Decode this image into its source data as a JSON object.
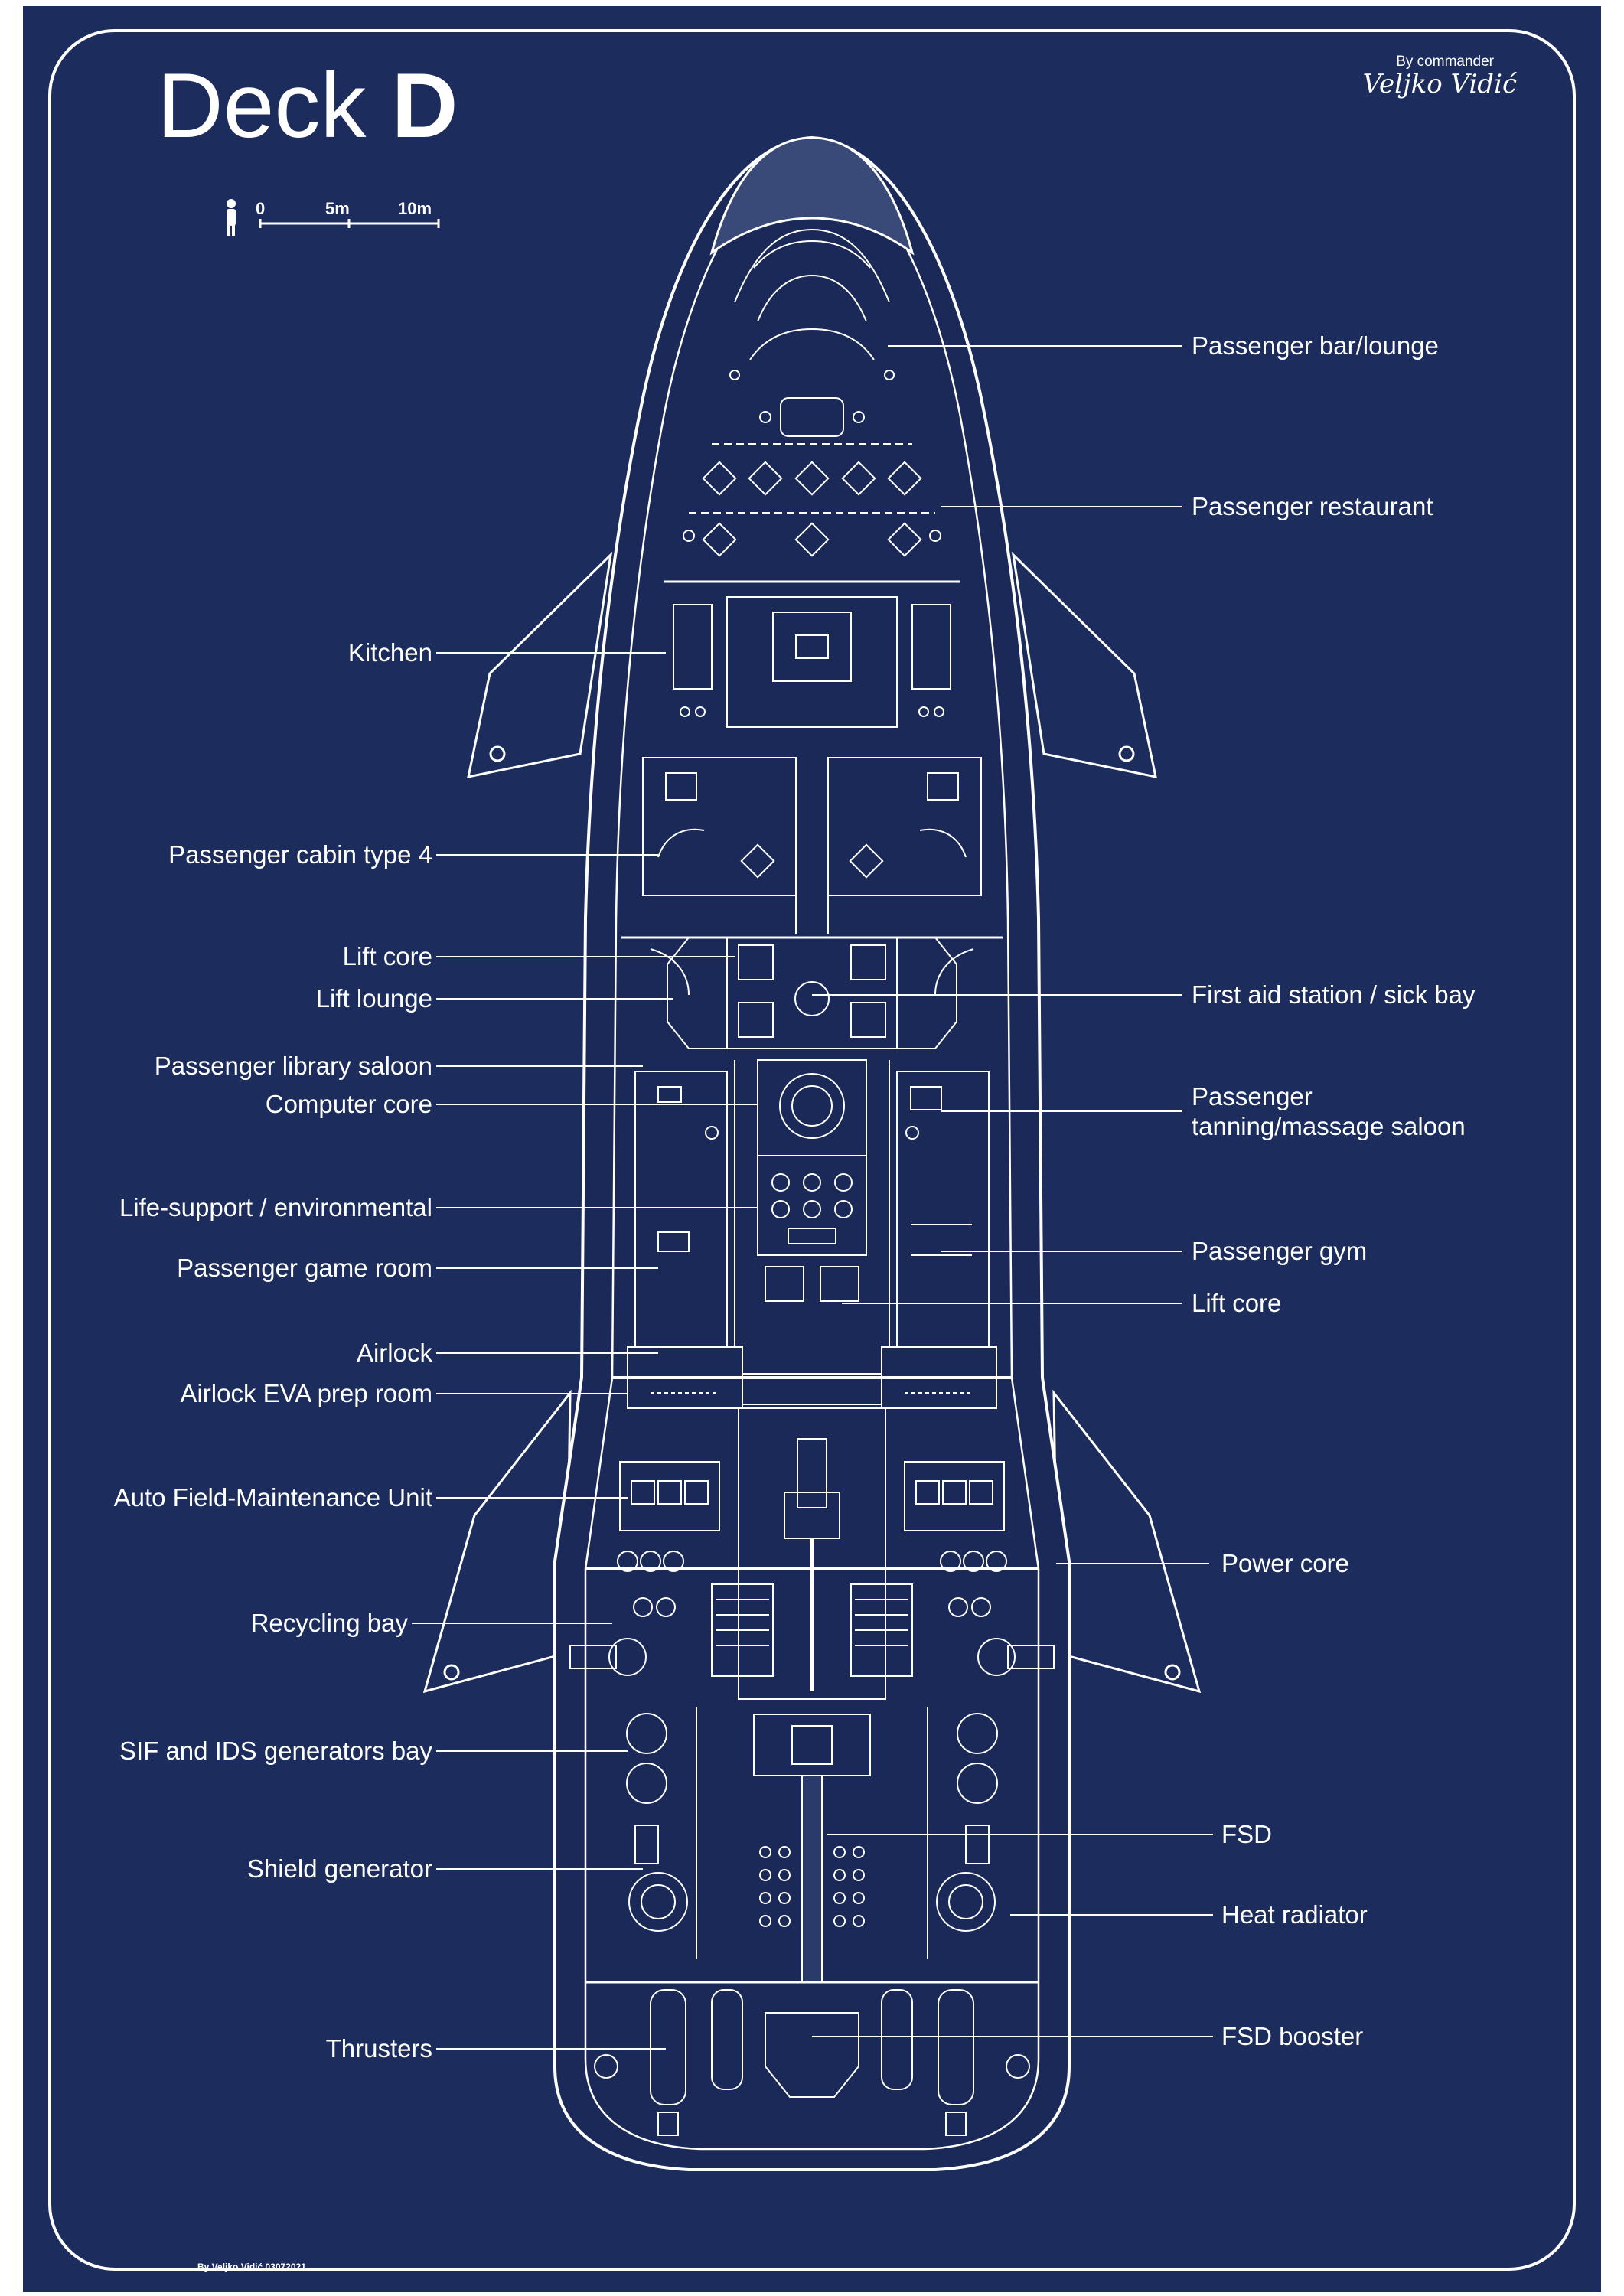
{
  "colors": {
    "background": "#1c2c5c",
    "line": "#ffffff",
    "hull_fill": "#1a2958",
    "frame": "#ffffff"
  },
  "title": {
    "prefix": "Deck",
    "letter": "D"
  },
  "credits": {
    "by": "By commander",
    "signature": "Veljko Vidić",
    "footer": "By Veljko Vidić 03072021"
  },
  "scale": {
    "zero": "0",
    "mid": "5m",
    "end": "10m",
    "icon": "person-scale-icon"
  },
  "labels_left": [
    {
      "text": "Kitchen"
    },
    {
      "text": "Passenger cabin type 4"
    },
    {
      "text": "Lift core"
    },
    {
      "text": "Lift lounge"
    },
    {
      "text": "Passenger library saloon"
    },
    {
      "text": "Computer core"
    },
    {
      "text": "Life-support / environmental"
    },
    {
      "text": "Passenger game room"
    },
    {
      "text": "Airlock"
    },
    {
      "text": "Airlock EVA prep room"
    },
    {
      "text": "Auto Field-Maintenance Unit"
    },
    {
      "text": "Recycling bay"
    },
    {
      "text": "SIF and IDS generators bay"
    },
    {
      "text": "Shield generator"
    },
    {
      "text": "Thrusters"
    }
  ],
  "labels_right": [
    {
      "text": "Passenger bar/lounge"
    },
    {
      "text": "Passenger restaurant"
    },
    {
      "text": "First aid station / sick bay"
    },
    {
      "text": "Passenger"
    },
    {
      "text": "tanning/massage saloon"
    },
    {
      "text": "Passenger gym"
    },
    {
      "text": "Lift core"
    },
    {
      "text": "Power core"
    },
    {
      "text": "FSD"
    },
    {
      "text": "Heat radiator"
    },
    {
      "text": "FSD booster"
    }
  ]
}
